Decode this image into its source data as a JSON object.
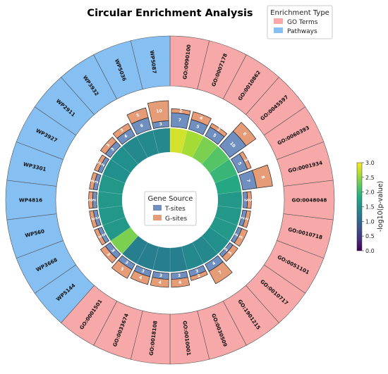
{
  "chart_data": {
    "type": "circular-bar",
    "title": "Circular Enrichment Analysis",
    "enrichment_legend": {
      "title": "Enrichment Type",
      "items": [
        {
          "label": "GO Terms",
          "color": "#f7a8a8"
        },
        {
          "label": "Pathways",
          "color": "#86bff2"
        }
      ]
    },
    "gene_legend": {
      "title": "Gene Source",
      "items": [
        {
          "label": "T-sites",
          "color": "#6f8fc0"
        },
        {
          "label": "G-sites",
          "color": "#e79c78"
        }
      ]
    },
    "colorbar": {
      "label": "-log10(p-value)",
      "ticks": [
        "0.0",
        "0.5",
        "1.0",
        "1.5",
        "2.0",
        "2.5",
        "3.0"
      ],
      "range": [
        0,
        3
      ]
    },
    "terms": [
      {
        "id": "GO:0090100",
        "group": "GO",
        "t": 7,
        "g": 2,
        "p": 2.8
      },
      {
        "id": "GO:0007178",
        "group": "GO",
        "t": 5,
        "g": 4,
        "p": 2.6
      },
      {
        "id": "GO:0010862",
        "group": "GO",
        "t": 5,
        "g": 2,
        "p": 2.4
      },
      {
        "id": "GO:0045597",
        "group": "GO",
        "t": 10,
        "g": 6,
        "p": 2.2
      },
      {
        "id": "GO:0060393",
        "group": "GO",
        "t": 5,
        "g": 2,
        "p": 2.0
      },
      {
        "id": "GO:0001934",
        "group": "GO",
        "t": 7,
        "g": 8,
        "p": 1.8
      },
      {
        "id": "GO:0048048",
        "group": "GO",
        "t": 2,
        "g": 2,
        "p": 1.6
      },
      {
        "id": "GO:0010718",
        "group": "GO",
        "t": 2,
        "g": 2,
        "p": 1.6
      },
      {
        "id": "GO:0051101",
        "group": "GO",
        "t": 2,
        "g": 3,
        "p": 1.6
      },
      {
        "id": "GO:0010717",
        "group": "GO",
        "t": 2,
        "g": 3,
        "p": 1.5
      },
      {
        "id": "GO:1901215",
        "group": "GO",
        "t": 4,
        "g": 7,
        "p": 1.4
      },
      {
        "id": "GO:0030509",
        "group": "GO",
        "t": 3,
        "g": 2,
        "p": 1.4
      },
      {
        "id": "GO:0010001",
        "group": "GO",
        "t": 3,
        "g": 4,
        "p": 1.3
      },
      {
        "id": "GO:0018108",
        "group": "GO",
        "t": 3,
        "g": 4,
        "p": 1.3
      },
      {
        "id": "GO:0033674",
        "group": "GO",
        "t": 3,
        "g": 4,
        "p": 1.3
      },
      {
        "id": "GO:0001501",
        "group": "GO",
        "t": 3,
        "g": 5,
        "p": 1.3
      },
      {
        "id": "WP5144",
        "group": "WP",
        "t": 3,
        "g": 3,
        "p": 2.4
      },
      {
        "id": "WP3668",
        "group": "WP",
        "t": 2,
        "g": 2,
        "p": 1.6
      },
      {
        "id": "WP560",
        "group": "WP",
        "t": 2,
        "g": 2,
        "p": 1.6
      },
      {
        "id": "WP4816",
        "group": "WP",
        "t": 2,
        "g": 2,
        "p": 1.6
      },
      {
        "id": "WP3301",
        "group": "WP",
        "t": 2,
        "g": 2,
        "p": 1.6
      },
      {
        "id": "WP3927",
        "group": "WP",
        "t": 2,
        "g": 2,
        "p": 1.5
      },
      {
        "id": "WP2911",
        "group": "WP",
        "t": 3,
        "g": 3,
        "p": 1.5
      },
      {
        "id": "WP3932",
        "group": "WP",
        "t": 4,
        "g": 3,
        "p": 1.4
      },
      {
        "id": "WP5036",
        "group": "WP",
        "t": 6,
        "g": 5,
        "p": 1.4
      },
      {
        "id": "WP5087",
        "group": "WP",
        "t": 3,
        "g": 10,
        "p": 1.4
      }
    ]
  }
}
